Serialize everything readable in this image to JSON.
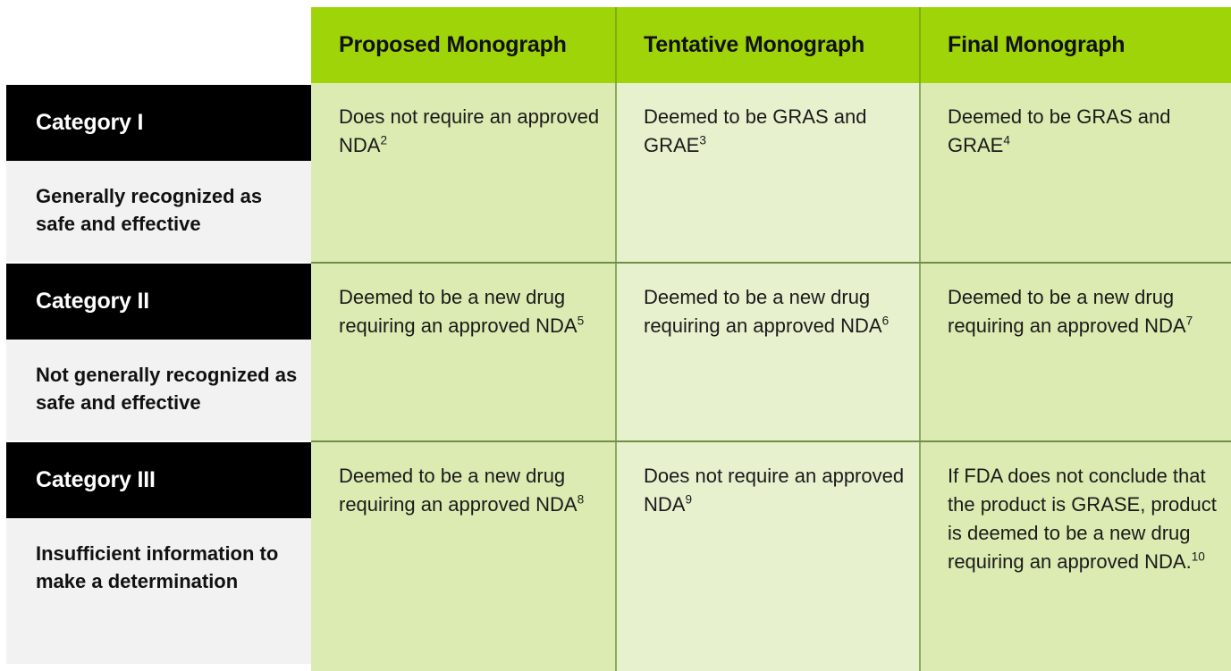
{
  "table": {
    "column_headers": [
      "Proposed Monograph",
      "Tentative Monograph",
      "Final Monograph"
    ],
    "colors": {
      "header_green": "#9ed408",
      "cell_green_a": "#dcebb1",
      "cell_green_b": "#e7f1ce",
      "category_block": "#000000",
      "category_subtitle_panel": "#f2f2f2",
      "divider": "#8aab5e"
    },
    "rows": [
      {
        "category": "Category I",
        "description": "Generally recognized as safe and effective",
        "cells": [
          {
            "text": "Does not require an approved NDA",
            "footnote": "2"
          },
          {
            "text": "Deemed to be GRAS and GRAE",
            "footnote": "3"
          },
          {
            "text": "Deemed to be GRAS and GRAE",
            "footnote": "4"
          }
        ]
      },
      {
        "category": "Category II",
        "description": "Not generally recognized as safe and effective",
        "cells": [
          {
            "text": "Deemed to be a new drug requiring an approved NDA",
            "footnote": "5"
          },
          {
            "text": "Deemed to be a new drug requiring an approved NDA",
            "footnote": "6"
          },
          {
            "text": "Deemed to be a new drug requiring an approved NDA",
            "footnote": "7"
          }
        ]
      },
      {
        "category": "Category III",
        "description": "Insufficient information to make a determination",
        "cells": [
          {
            "text": "Deemed to be a new drug requiring an approved NDA",
            "footnote": "8"
          },
          {
            "text": "Does not require an approved NDA",
            "footnote": "9"
          },
          {
            "text": "If FDA does not conclude that the product is GRASE, product is deemed to be a new drug requiring an approved NDA.",
            "footnote": "10"
          }
        ]
      }
    ]
  }
}
